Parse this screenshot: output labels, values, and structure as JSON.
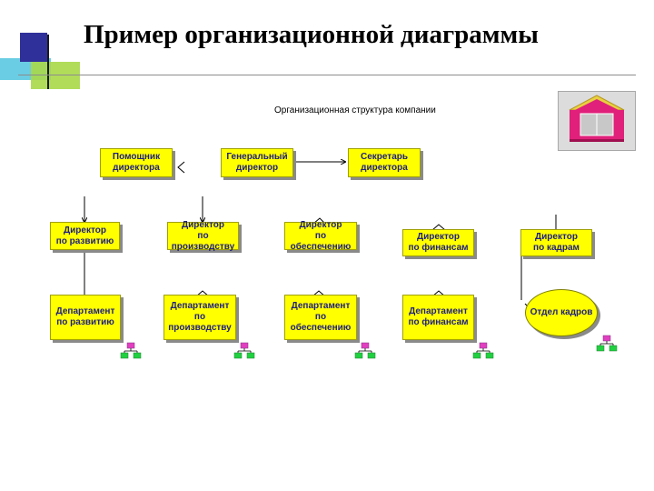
{
  "slide": {
    "title": "Пример организационной диаграммы"
  },
  "diagram": {
    "title": "Организационная структура компании",
    "nodes": {
      "assistant": [
        "Помощник",
        "директора"
      ],
      "general_director": [
        "Генеральный",
        "директор"
      ],
      "secretary": [
        "Секретарь",
        "директора"
      ],
      "dir_development": [
        "Директор",
        "по развитию"
      ],
      "dir_production": [
        "Директор",
        "по производству"
      ],
      "dir_supply": [
        "Директор",
        "по обеспечению"
      ],
      "dir_finance": [
        "Директор",
        "по финансам"
      ],
      "dir_hr": [
        "Директор",
        "по кадрам"
      ],
      "dept_development": [
        "Департамент",
        "по развитию"
      ],
      "dept_production": [
        "Департамент",
        "по производству"
      ],
      "dept_supply": [
        "Департамент",
        "по обеспечению"
      ],
      "dept_finance": [
        "Департамент",
        "по финансам"
      ],
      "hr_office": [
        "Отдел кадров"
      ]
    }
  },
  "colors": {
    "node_fill": "#ffff00",
    "node_text": "#202080",
    "house_roof": "#e8d040",
    "house_body": "#e0207a",
    "org_icon_top": "#e040c0",
    "org_icon_bottom": "#20d040"
  },
  "icons": {
    "house": "house-icon",
    "org": "org-chart-icon"
  }
}
